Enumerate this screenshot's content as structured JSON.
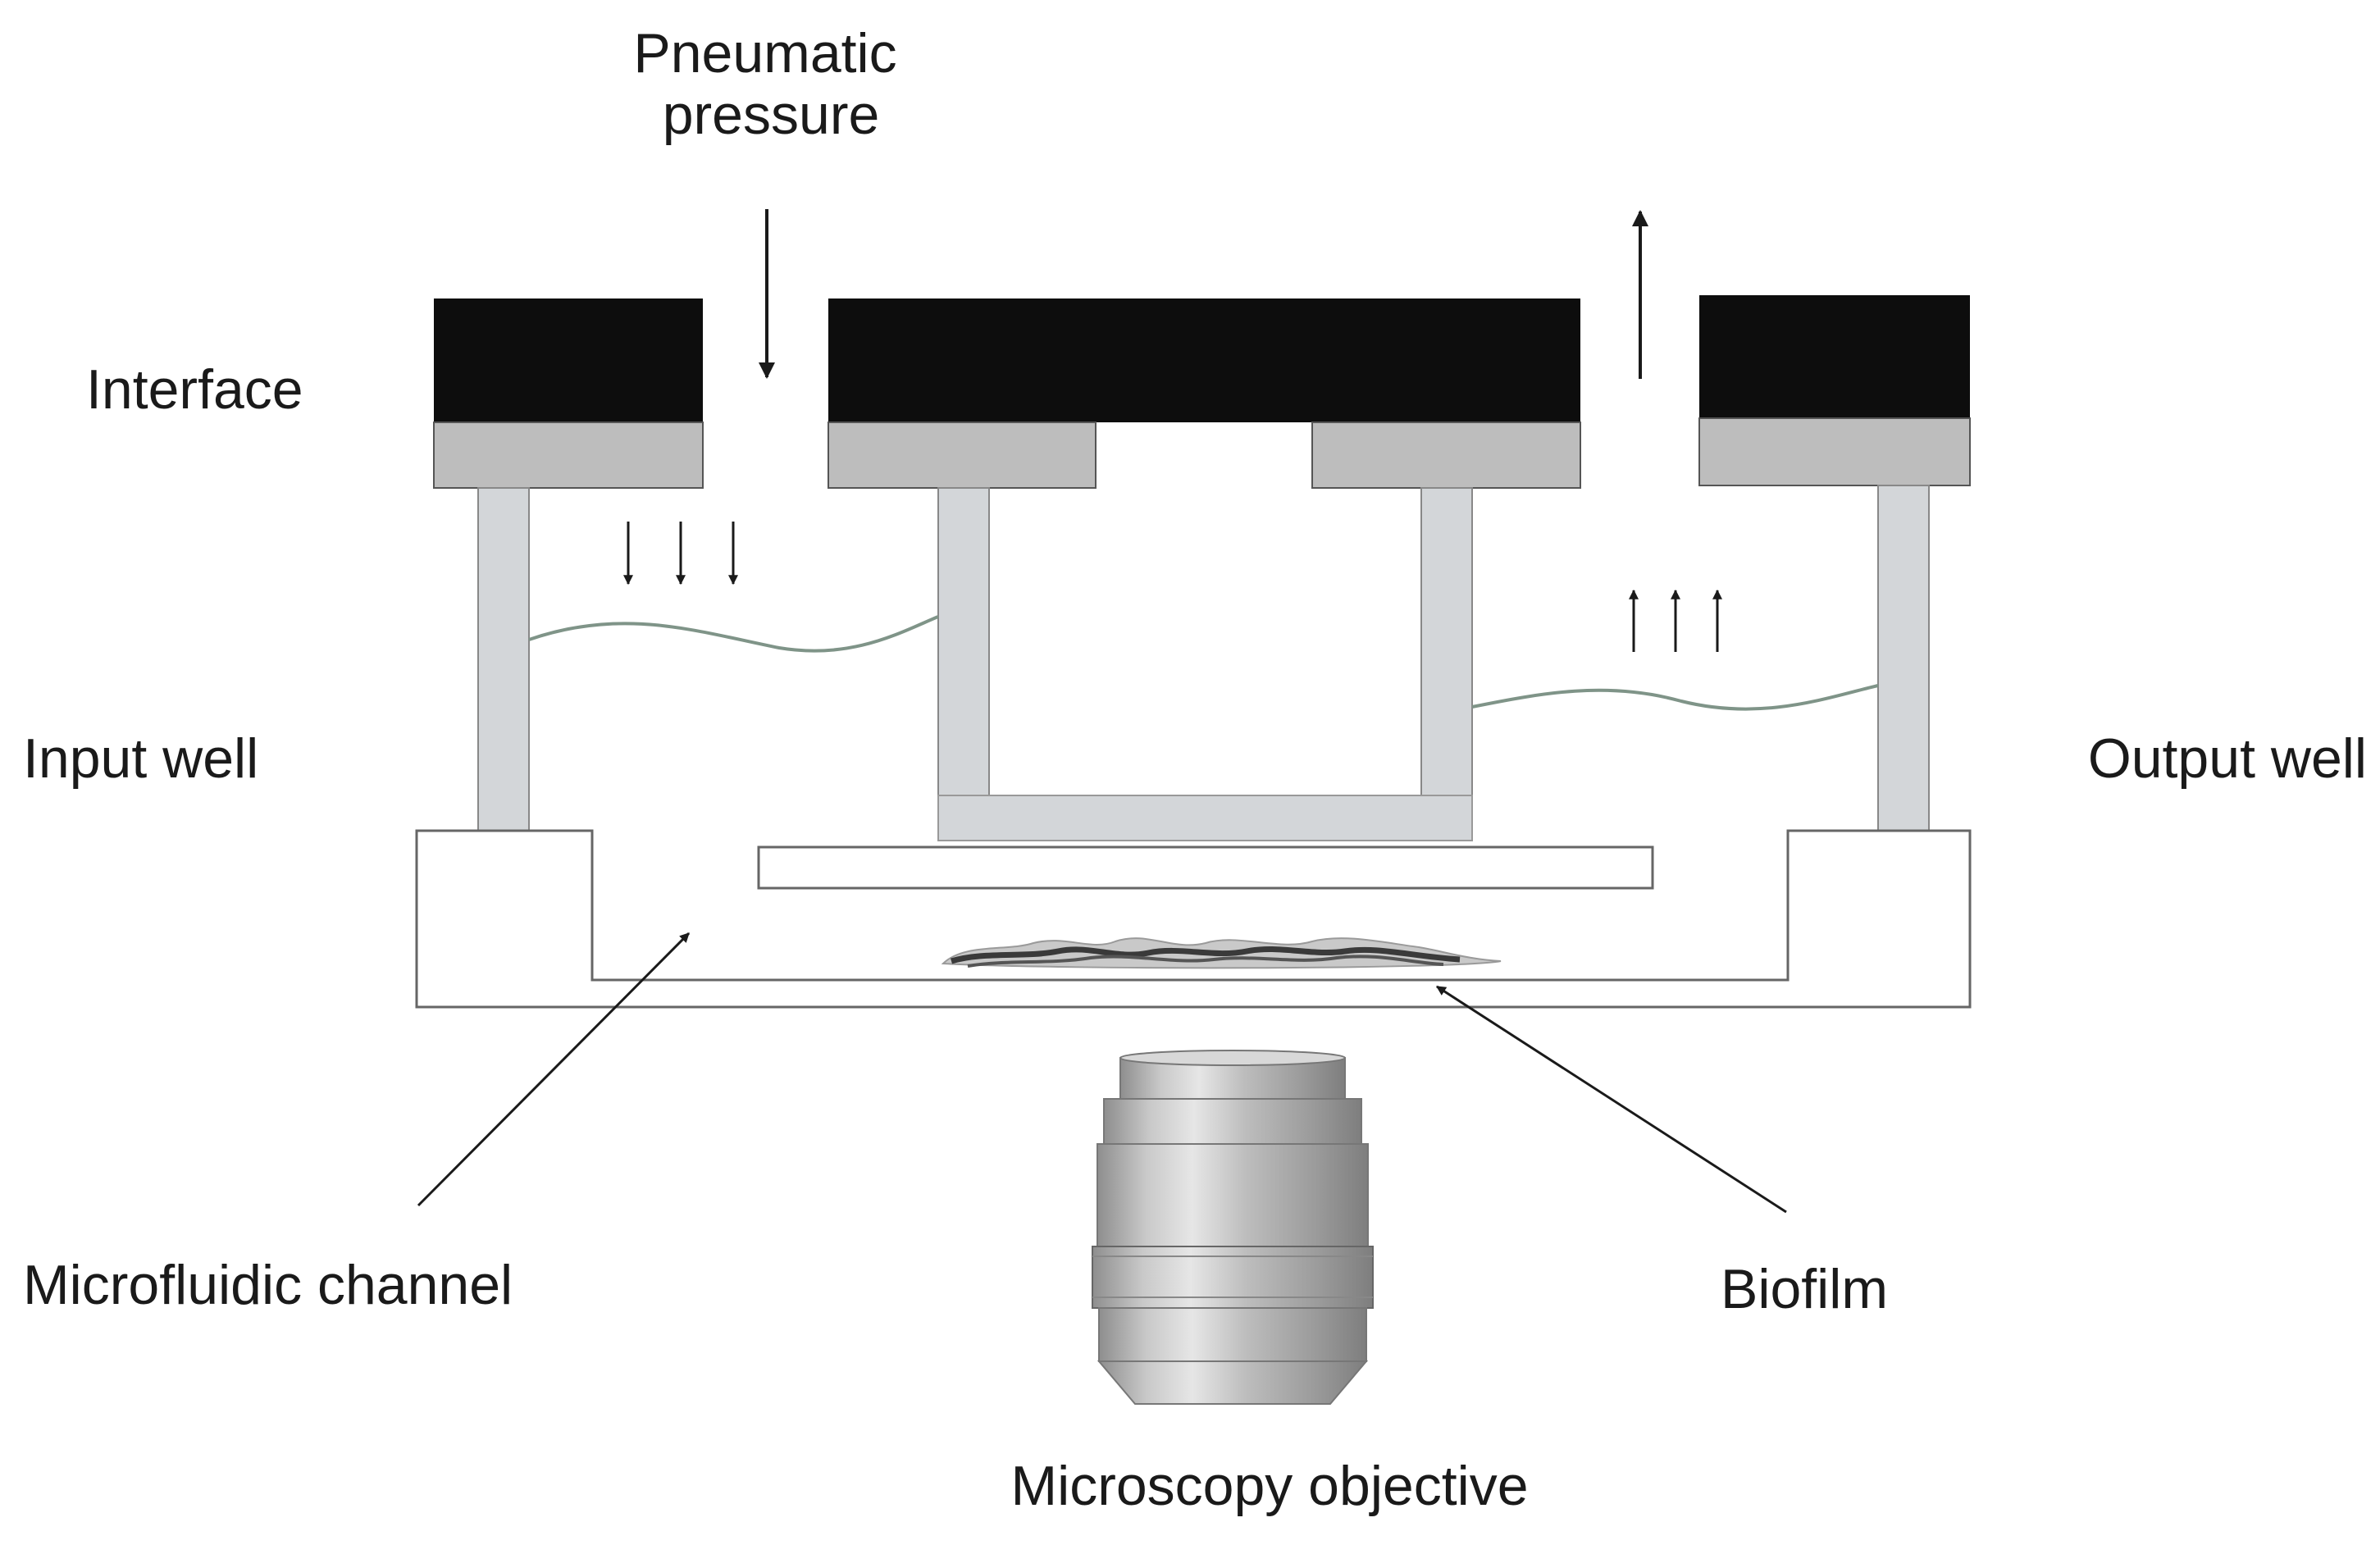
{
  "labels": {
    "pneumatic_line1": "Pneumatic",
    "pneumatic_line2": "pressure",
    "interface": "Interface",
    "input_well": "Input well",
    "output_well": "Output well",
    "microfluidic_channel": "Microfluidic channel",
    "biofilm": "Biofilm",
    "microscopy_objective": "Microscopy objective"
  },
  "colors": {
    "interface_block": "#0d0d0d",
    "gasket": "#bdbdbd",
    "well_wall": "#d3d6d9",
    "chip_outline": "#666666",
    "liquid_line": "#7f9488",
    "biofilm": "#3a3a3a",
    "objective": "#a9a9a9"
  }
}
